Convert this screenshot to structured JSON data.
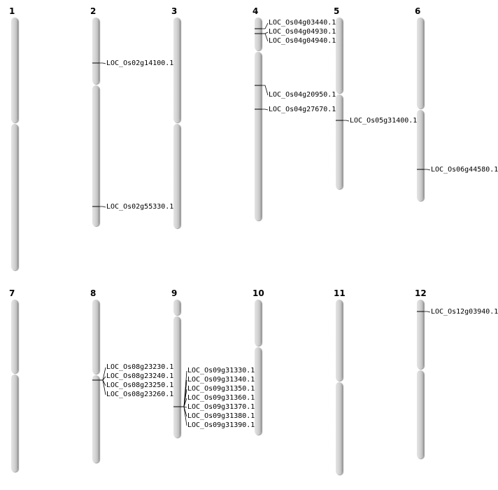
{
  "chromosomes": [
    {
      "name": "1",
      "genes": []
    },
    {
      "name": "2",
      "genes": [
        "LOC_Os02g14100.1",
        "LOC_Os02g55330.1"
      ]
    },
    {
      "name": "3",
      "genes": []
    },
    {
      "name": "4",
      "genes": [
        "LOC_Os04g03440.1",
        "LOC_Os04g04930.1",
        "LOC_Os04g04940.1",
        "LOC_Os04g20950.1",
        "LOC_Os04g27670.1"
      ]
    },
    {
      "name": "5",
      "genes": [
        "LOC_Os05g31400.1"
      ]
    },
    {
      "name": "6",
      "genes": [
        "LOC_Os06g44580.1"
      ]
    },
    {
      "name": "7",
      "genes": []
    },
    {
      "name": "8",
      "genes": [
        "LOC_Os08g23230.1",
        "LOC_Os08g23240.1",
        "LOC_Os08g23250.1",
        "LOC_Os08g23260.1"
      ]
    },
    {
      "name": "9",
      "genes": [
        "LOC_Os09g31330.1",
        "LOC_Os09g31340.1",
        "LOC_Os09g31350.1",
        "LOC_Os09g31360.1",
        "LOC_Os09g31370.1",
        "LOC_Os09g31380.1",
        "LOC_Os09g31390.1"
      ]
    },
    {
      "name": "10",
      "genes": []
    },
    {
      "name": "11",
      "genes": []
    },
    {
      "name": "12",
      "genes": [
        "LOC_Os12g03940.1"
      ]
    }
  ]
}
